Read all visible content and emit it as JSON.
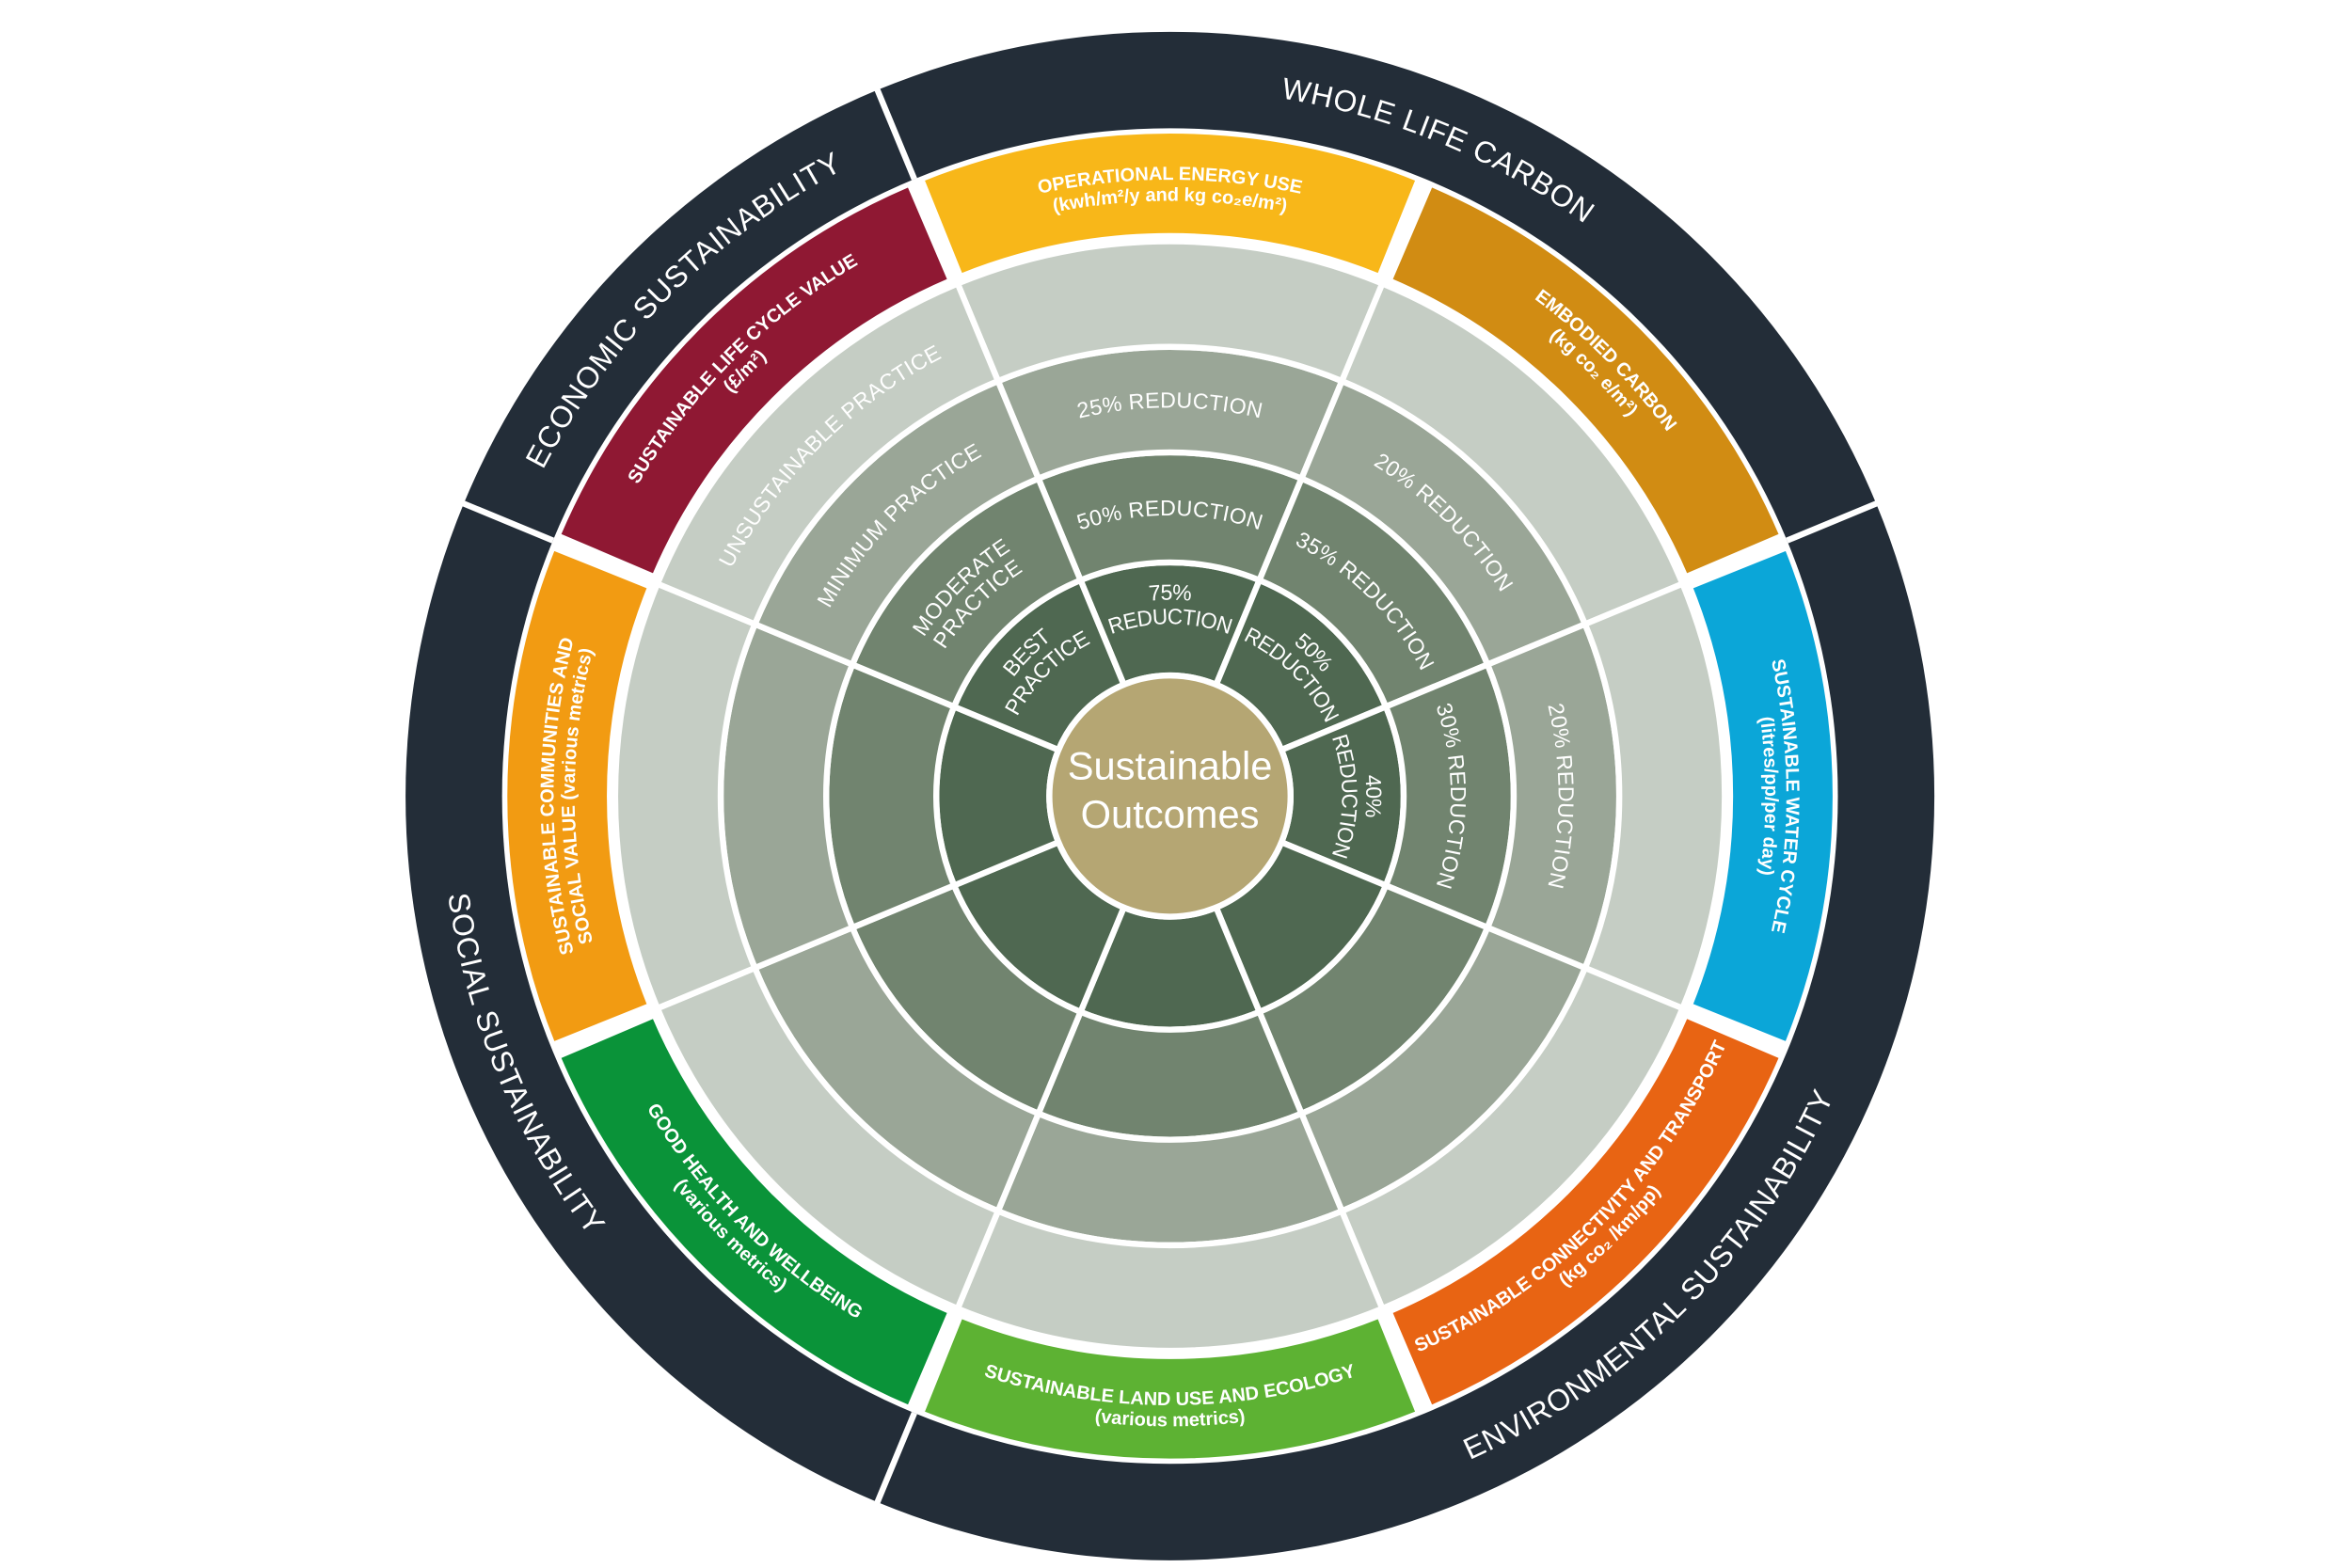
{
  "center": {
    "lines": [
      "Sustainable",
      "Outcomes"
    ]
  },
  "colors": {
    "dark_ring": "#232d38",
    "ring_fills": [
      "#4f6851",
      "#71846f",
      "#9aa697",
      "#c5cdc4"
    ],
    "center_fill": "#b5a673",
    "separator": "#ffffff"
  },
  "categories": [
    {
      "name": "WHOLE LIFE CARBON",
      "first_segment": 0,
      "segment_count": 2
    },
    {
      "name": "ENVIRONMENTAL SUSTAINABILITY",
      "first_segment": 2,
      "segment_count": 3
    },
    {
      "name": "SOCIAL SUSTAINABILITY",
      "first_segment": 5,
      "segment_count": 2
    },
    {
      "name": "ECONOMIC SUSTAINABILITY",
      "first_segment": 7,
      "segment_count": 1
    }
  ],
  "segments": [
    {
      "id": "operational-energy-use",
      "color": "#f8b719",
      "band": [
        "OPERATIONAL ENERGY USE",
        "(kwh/m²/y and kg co₂e/m²)"
      ],
      "rings": [
        [
          "75%",
          "REDUCTION"
        ],
        [
          "50% REDUCTION"
        ],
        [
          "25% REDUCTION"
        ],
        []
      ]
    },
    {
      "id": "embodied-carbon",
      "color": "#d18c13",
      "band": [
        "EMBODIED CARBON",
        "(kg co₂ e/m²)"
      ],
      "rings": [
        [
          "50%",
          "REDUCTION"
        ],
        [
          "35% REDUCTION"
        ],
        [
          "20% REDUCTION"
        ],
        []
      ]
    },
    {
      "id": "sustainable-water-cycle",
      "color": "#0ba6d8",
      "band": [
        "SUSTAINABLE WATER CYCLE",
        "(litres/pp/per day)"
      ],
      "rings": [
        [
          "40%",
          "REDUCTION"
        ],
        [
          "30% REDUCTION"
        ],
        [
          "20% REDUCTION"
        ],
        []
      ]
    },
    {
      "id": "sustainable-connectivity-and-transport",
      "color": "#e86413",
      "band": [
        "SUSTAINABLE CONNECTIVITY AND TRANSPORT",
        "(kg co₂ /km/pp)"
      ],
      "rings": [
        [],
        [],
        [],
        []
      ]
    },
    {
      "id": "sustainable-land-use-and-ecology",
      "color": "#5db233",
      "band": [
        "SUSTAINABLE LAND USE AND ECOLOGY",
        "(various metrics)"
      ],
      "rings": [
        [],
        [],
        [],
        []
      ]
    },
    {
      "id": "good-health-and-wellbeing",
      "color": "#0a9339",
      "band": [
        "GOOD HEALTH AND WELLBEING",
        "(various metrics)"
      ],
      "rings": [
        [],
        [],
        [],
        []
      ]
    },
    {
      "id": "sustainable-communities-and-social-value",
      "color": "#f29b12",
      "band": [
        "SUSTAINABLE COMMUNITIES AND",
        "SOCIAL VALUE (various metrics)"
      ],
      "rings": [
        [],
        [],
        [],
        []
      ]
    },
    {
      "id": "sustainable-life-cycle-value",
      "color": "#8f1833",
      "band": [
        "SUSTAINABLE LIFE CYCLE VALUE",
        "(£/m²)"
      ],
      "rings": [
        [
          "BEST",
          "PRACTICE"
        ],
        [
          "MODERATE",
          "PRACTICE"
        ],
        [
          "MINIMUM PRACTICE"
        ],
        [
          "UNSUSTAINABLE PRACTICE"
        ]
      ]
    }
  ]
}
